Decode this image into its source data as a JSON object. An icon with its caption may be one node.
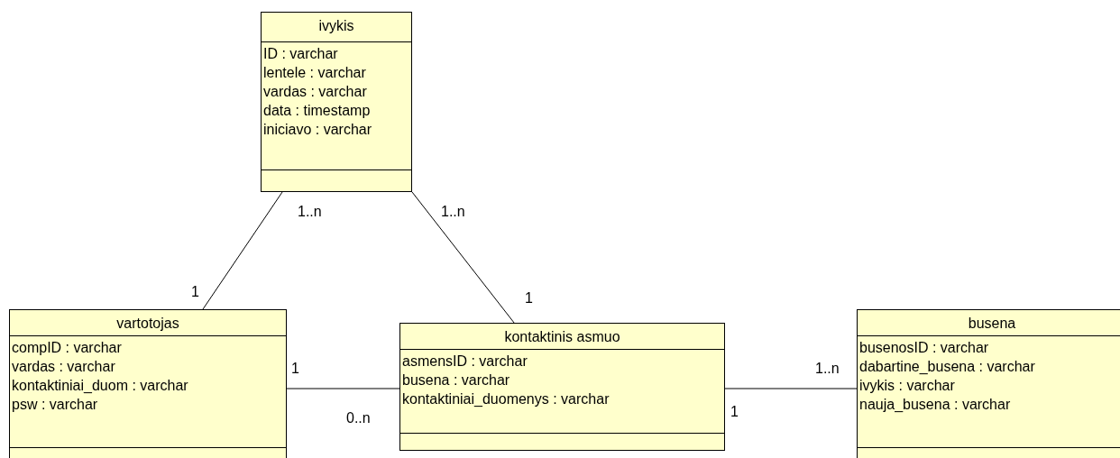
{
  "diagram": {
    "nodes": [
      {
        "text": [
          "ivykis",
          "ID : varchar",
          "lentele : varchar",
          "vardas : varchar",
          "data : timestamp",
          "iniciavo : varchar"
        ]
      },
      {
        "text": [
          "vartotojas",
          "compID : varchar",
          "vardas : varchar",
          "kontaktiniai_duom : varchar",
          "psw : varchar"
        ]
      },
      {
        "text": [
          "kontaktinis asmuo",
          "asmensID : varchar",
          "busena : varchar",
          "kontaktiniai_duomenys : varchar"
        ]
      },
      {
        "text": [
          "busena",
          "busenosID : varchar",
          "dabartine_busena : varchar",
          "ivykis : varchar",
          "nauja_busena : varchar"
        ]
      }
    ],
    "edges": [
      {
        "from": 0,
        "to": 1,
        "arrow": "none"
      },
      {
        "from": 0,
        "to": 2,
        "arrow": "none"
      },
      {
        "from": 1,
        "to": 2,
        "arrow": "none"
      },
      {
        "from": 2,
        "to": 3,
        "arrow": "none"
      }
    ],
    "labels": [
      "1..n",
      "1..n",
      "1",
      "1",
      "1",
      "1..n",
      "0..n",
      "1"
    ]
  }
}
